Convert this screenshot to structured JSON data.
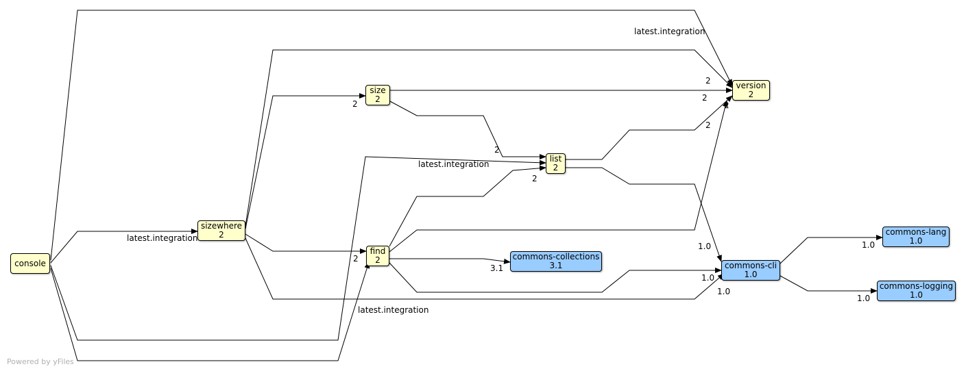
{
  "footer": "Powered by yFiles",
  "colors": {
    "module": "#ffffcc",
    "library": "#99ccff",
    "edge": "#000000"
  },
  "nodes": {
    "console": {
      "name": "console",
      "version": ""
    },
    "sizewhere": {
      "name": "sizewhere",
      "version": "2"
    },
    "size": {
      "name": "size",
      "version": "2"
    },
    "find": {
      "name": "find",
      "version": "2"
    },
    "list": {
      "name": "list",
      "version": "2"
    },
    "version": {
      "name": "version",
      "version": "2"
    },
    "commons_collections": {
      "name": "commons-collections",
      "version": "3.1"
    },
    "commons_cli": {
      "name": "commons-cli",
      "version": "1.0"
    },
    "commons_lang": {
      "name": "commons-lang",
      "version": "1.0"
    },
    "commons_logging": {
      "name": "commons-logging",
      "version": "1.0"
    }
  },
  "edge_labels": {
    "console_sizewhere": "latest.integration",
    "console_version": "latest.integration",
    "console_list": "latest.integration",
    "console_find": "latest.integration",
    "sizewhere_size": "2",
    "sizewhere_find": "2",
    "size_version": "2",
    "size_list": "2",
    "find_list": "2",
    "sizewhere_version": "2",
    "list_version": "2",
    "find_version": "2",
    "list_cli": "1.0",
    "find_cli": "1.0",
    "sizewhere_cli": "1.0",
    "find_collections": "3.1",
    "cli_lang": "1.0",
    "cli_logging": "1.0"
  }
}
